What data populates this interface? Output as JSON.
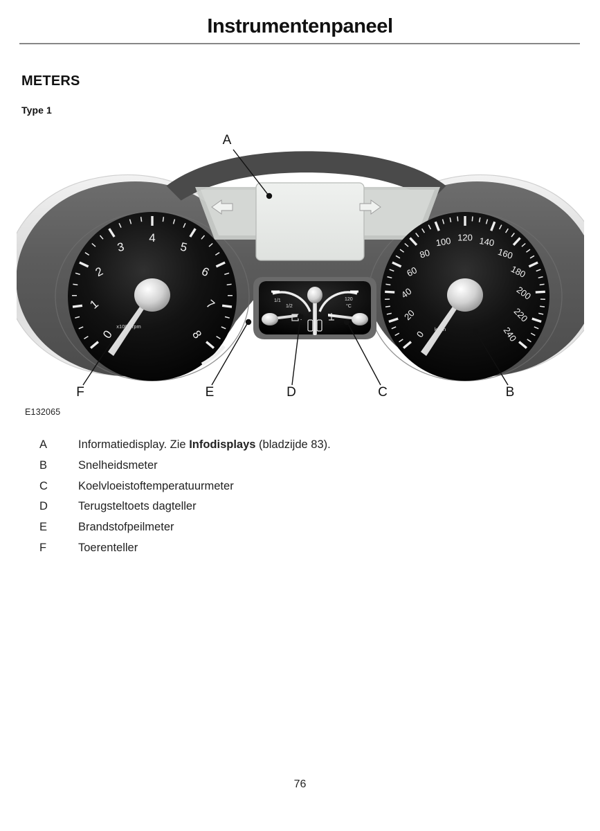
{
  "document": {
    "title": "Instrumentenpaneel",
    "section_heading": "METERS",
    "subsection_heading": "Type 1",
    "figure_id": "E132065",
    "page_number": "76"
  },
  "figure": {
    "alt": "instrument-cluster-diagram",
    "callouts": [
      {
        "letter": "A",
        "target": "information-display"
      },
      {
        "letter": "B",
        "target": "speedometer"
      },
      {
        "letter": "C",
        "target": "coolant-temperature-gauge"
      },
      {
        "letter": "D",
        "target": "trip-odometer-reset-button"
      },
      {
        "letter": "E",
        "target": "fuel-gauge"
      },
      {
        "letter": "F",
        "target": "tachometer"
      }
    ],
    "tachometer": {
      "ticks": [
        "0",
        "1",
        "2",
        "3",
        "4",
        "5",
        "6",
        "7",
        "8"
      ],
      "unit_label": "x1000 rpm",
      "needle_value": "0"
    },
    "speedometer": {
      "ticks": [
        "0",
        "20",
        "40",
        "60",
        "80",
        "100",
        "120",
        "140",
        "160",
        "180",
        "200",
        "220",
        "240"
      ],
      "unit_label": "km/h",
      "needle_value": "0"
    },
    "fuel_gauge": {
      "labels": [
        "1/1",
        "1/2"
      ],
      "icon": "fuel-pump-icon"
    },
    "temperature_gauge": {
      "labels": [
        "120",
        "°C"
      ],
      "icon": "thermometer-icon"
    },
    "indicators": {
      "left_turn": "left-turn-arrow-icon",
      "right_turn": "right-turn-arrow-icon"
    },
    "colors": {
      "bezel_outer": "#d8d8d8",
      "bezel": "#5d5d5d",
      "bezel_inner": "#7d7d7d",
      "dial_face": "#0a0a0a",
      "display_face": "#e4e6e4",
      "needle": "#f2f2f2",
      "rule": "#878787"
    }
  },
  "legend": {
    "items": [
      {
        "key": "A",
        "pre": "Informatiedisplay.  Zie ",
        "bold": "Infodisplays",
        "post": " (bladzijde 83)."
      },
      {
        "key": "B",
        "pre": "Snelheidsmeter",
        "bold": "",
        "post": ""
      },
      {
        "key": "C",
        "pre": "Koelvloeistoftemperatuurmeter",
        "bold": "",
        "post": ""
      },
      {
        "key": "D",
        "pre": "Terugsteltoets dagteller",
        "bold": "",
        "post": ""
      },
      {
        "key": "E",
        "pre": "Brandstofpeilmeter",
        "bold": "",
        "post": ""
      },
      {
        "key": "F",
        "pre": "Toerenteller",
        "bold": "",
        "post": ""
      }
    ]
  }
}
